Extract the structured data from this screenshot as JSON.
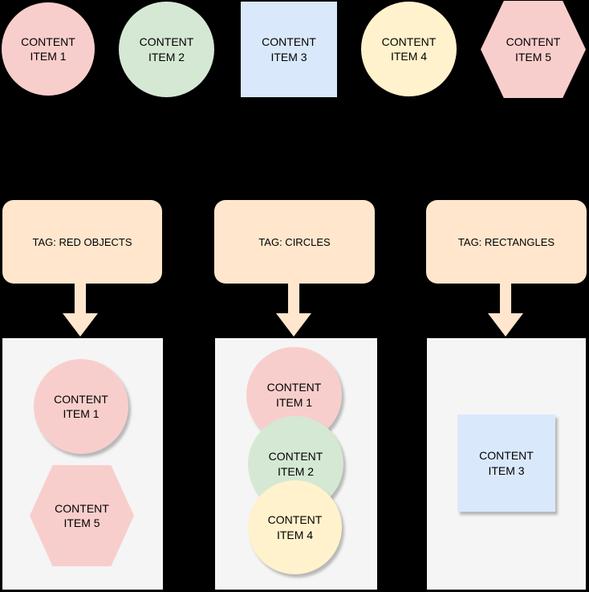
{
  "palette": {
    "pink": "#f8cecc",
    "green": "#d5e8d4",
    "blue": "#dae8fc",
    "yellow": "#fff2cc",
    "peach": "#ffe6cc",
    "container_gray": "#f5f5f5",
    "background": "#000000",
    "text": "#000000"
  },
  "top_row": {
    "items": [
      {
        "label": "CONTENT ITEM 1",
        "shape": "circle",
        "color": "#f8cecc"
      },
      {
        "label": "CONTENT ITEM 2",
        "shape": "circle",
        "color": "#d5e8d4"
      },
      {
        "label": "CONTENT ITEM 3",
        "shape": "square",
        "color": "#dae8fc"
      },
      {
        "label": "CONTENT ITEM 4",
        "shape": "circle",
        "color": "#fff2cc"
      },
      {
        "label": "CONTENT ITEM 5",
        "shape": "hexagon",
        "color": "#f8cecc"
      }
    ]
  },
  "tags": [
    {
      "label": "TAG: RED OBJECTS"
    },
    {
      "label": "TAG: CIRCLES"
    },
    {
      "label": "TAG: RECTANGLES"
    }
  ],
  "groups": [
    {
      "tag": "TAG: RED OBJECTS",
      "items": [
        {
          "label": "CONTENT ITEM 1",
          "shape": "circle",
          "color": "#f8cecc"
        },
        {
          "label": "CONTENT ITEM 5",
          "shape": "hexagon",
          "color": "#f8cecc"
        }
      ]
    },
    {
      "tag": "TAG: CIRCLES",
      "items": [
        {
          "label": "CONTENT ITEM 1",
          "shape": "circle",
          "color": "#f8cecc"
        },
        {
          "label": "CONTENT ITEM 2",
          "shape": "circle",
          "color": "#d5e8d4"
        },
        {
          "label": "CONTENT ITEM 4",
          "shape": "circle",
          "color": "#fff2cc"
        }
      ]
    },
    {
      "tag": "TAG: RECTANGLES",
      "items": [
        {
          "label": "CONTENT ITEM 3",
          "shape": "square",
          "color": "#dae8fc"
        }
      ]
    }
  ]
}
